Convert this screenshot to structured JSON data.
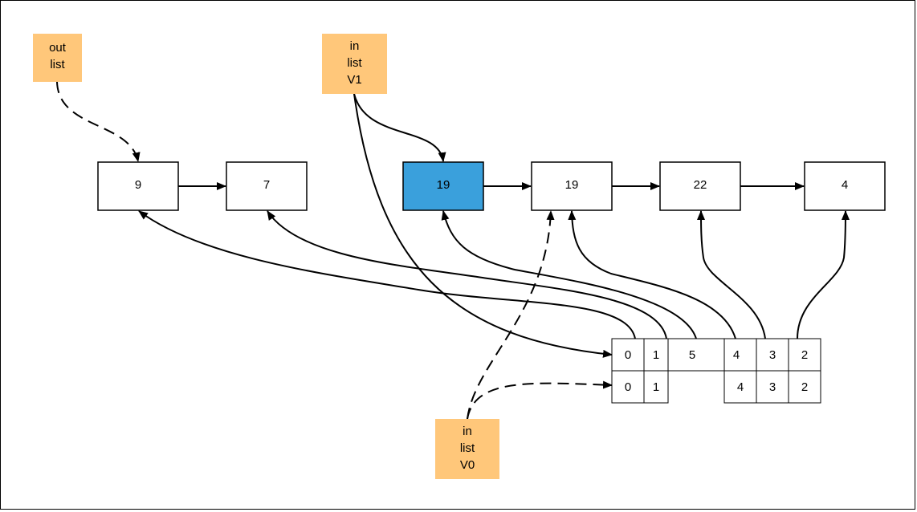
{
  "labels": {
    "out_list": [
      "out",
      "list"
    ],
    "in_list_v1": [
      "in",
      "list",
      "V1"
    ],
    "in_list_v0": [
      "in",
      "list",
      "V0"
    ]
  },
  "nodes": [
    "9",
    "7",
    "19",
    "19",
    "22",
    "4"
  ],
  "highlight_node": 2,
  "array_top": [
    "0",
    "1",
    "5",
    "4",
    "3",
    "2"
  ],
  "array_bottom": [
    "0",
    "1",
    "4",
    "3",
    "2"
  ],
  "colors": {
    "label_fill": "#ffc77a",
    "highlight_fill": "#3aa0dc",
    "stroke": "#000000"
  }
}
